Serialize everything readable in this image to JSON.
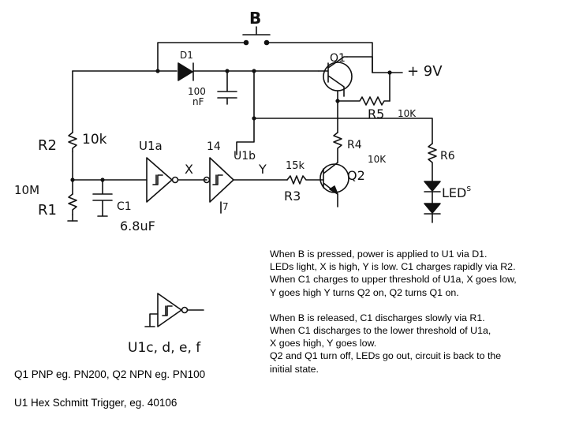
{
  "labels": {
    "B": "B",
    "D1": "D1",
    "Q1": "Q1",
    "plus9v": "+ 9V",
    "cap100": "100",
    "cap100_unit": "nF",
    "R5": "R5",
    "R5_val": "10K",
    "R2": "R2",
    "R2_val": "10k",
    "U1a": "U1a",
    "pin14": "14",
    "U1b": "U1b",
    "R4": "R4",
    "R4_val": "10K",
    "R6": "R6",
    "X": "X",
    "Y": "Y",
    "R3_val": "15k",
    "Q2": "Q2",
    "LEDs": "LED",
    "LEDs_sup": "s",
    "R1_val": "10M",
    "R1": "R1",
    "C1": "C1",
    "C1_val": "6.8uF",
    "R3": "R3",
    "pin7": "7",
    "U1cdef": "U1c, d, e, f"
  },
  "notes": {
    "para1": [
      "When B is pressed, power is applied to U1 via D1.",
      "LEDs light, X is high, Y is low.  C1 charges rapidly via R2.",
      "When C1 charges to upper threshold of U1a, X goes low,",
      "Y goes high     Y turns Q2 on, Q2 turns Q1 on."
    ],
    "para2": [
      "When B is released, C1 discharges slowly via R1.",
      "When C1 discharges to the lower threshold of U1a,",
      "X goes high, Y goes low.",
      "Q2 and Q1 turn off, LEDs go out, circuit is back to the",
      "initial state."
    ]
  },
  "parts": {
    "transistors": "Q1 PNP eg. PN200, Q2 NPN eg. PN100",
    "ic": "U1 Hex Schmitt Trigger, eg. 40106"
  }
}
